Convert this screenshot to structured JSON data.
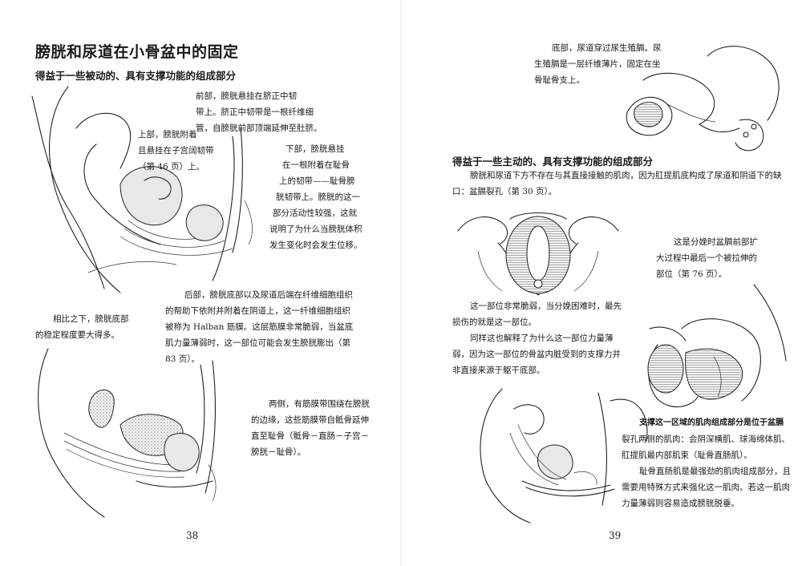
{
  "left_page": {
    "title": "膀胱和尿道在小骨盆中的固定",
    "subtitle": "得益于一些被动的、具有支撑功能的组成部分",
    "blocks": {
      "front": [
        "前部，膀胱悬挂在脐正中韧",
        "带上。脐正中韧带是一根纤维细",
        "管，自膀胱前部顶端延伸至肚脐。"
      ],
      "top": [
        "上部，膀胱附着",
        "且悬挂在子宫阔韧带",
        "（第 46 页）上。"
      ],
      "bottom": [
        "下部，膀胱悬挂",
        "在一根附着在耻骨",
        "上的韧带——耻骨膀",
        "胱韧带上。膀胱的这一",
        "部分活动性较强，这就",
        "说明了为什么当膀胱体积",
        "发生变化时会发生位移。"
      ],
      "back": [
        "后部，膀胱底部以及尿道后端在纤维细胞组织",
        "的帮助下依附并附着在阴道上，这一纤维细胞组织",
        "被称为 Halban 筋膜。这层筋膜非常脆弱，当盆底",
        "肌力量薄弱时，这一部位可能会发生膀胱膨出（第",
        "83 页）。"
      ],
      "compare": [
        "相比之下，膀胱底部",
        "的稳定程度要大得多。"
      ],
      "sides": [
        "两侧，有筋膜带围绕在膀胱",
        "的边缘，这些筋膜带自骶骨延伸",
        "直至耻骨（骶骨－直肠－子宫－",
        "膀胱－耻骨）。"
      ]
    },
    "page_number": "38"
  },
  "right_page": {
    "blocks": {
      "floor": [
        "底部，尿道穿过尿生殖膈。尿",
        "生殖膈是一层纤维薄片，固定在坐",
        "骨耻骨支上。"
      ],
      "hiatus": [
        "这一部位非常脆弱，当分娩困难时，最先",
        "损伤的就是这一部位。",
        "同样这也解释了为什么这一部位力量薄",
        "弱，因为这一部位的骨盆内脏受到的支撑力并",
        "非直接来源于躯干底部。"
      ],
      "stretch": [
        "这是分娩时盆膈前部扩",
        "大过程中最后一个被拉伸的",
        "部位（第 76 页）。"
      ],
      "support_head": "支撑这一区域的肌肉组成部分是位于盆膈",
      "support_lines": [
        "裂孔两侧的肌肉：会阴深横肌、球海绵体肌、",
        "肛提肌最内部肌束（耻骨直肠肌）。",
        "耻骨直肠肌是最强劲的肌肉组成部分，且",
        "需要用特殊方式来强化这一肌肉。若这一肌肉",
        "力量薄弱则容易造成膀胱脱垂。"
      ]
    },
    "subtitle": "得益于一些主动的、具有支撑功能的组成部分",
    "intro": [
      "膀胱和尿道下方不存在与其直接接触的肌肉，因为肛提肌底构成了尿道和阴道下的缺",
      "口：盆膈裂孔（第 30 页）。"
    ],
    "page_number": "39"
  }
}
